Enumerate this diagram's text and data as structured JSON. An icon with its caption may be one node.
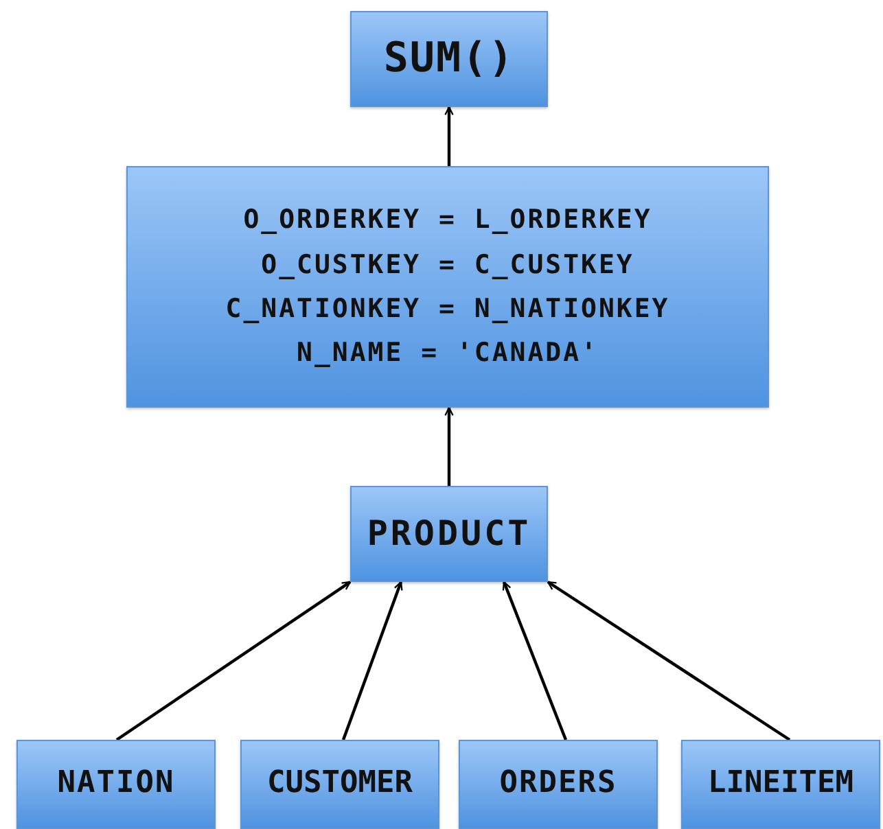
{
  "diagram": {
    "nodes": [
      {
        "text": [
          "SUM()"
        ]
      },
      {
        "text": [
          "O_ORDERKEY = L_ORDERKEY",
          "O_CUSTKEY = C_CUSTKEY",
          "C_NATIONKEY = N_NATIONKEY",
          "N_NAME = 'CANADA'"
        ]
      },
      {
        "text": [
          "PRODUCT"
        ]
      },
      {
        "text": [
          "NATION"
        ]
      },
      {
        "text": [
          "CUSTOMER"
        ]
      },
      {
        "text": [
          "ORDERS"
        ]
      },
      {
        "text": [
          "LINEITEM"
        ]
      }
    ],
    "edges": [
      {
        "from": 1,
        "to": 0,
        "arrow": "to"
      },
      {
        "from": 2,
        "to": 1,
        "arrow": "to"
      },
      {
        "from": 3,
        "to": 2,
        "arrow": "to"
      },
      {
        "from": 4,
        "to": 2,
        "arrow": "to"
      },
      {
        "from": 5,
        "to": 2,
        "arrow": "to"
      },
      {
        "from": 6,
        "to": 2,
        "arrow": "to"
      }
    ]
  }
}
